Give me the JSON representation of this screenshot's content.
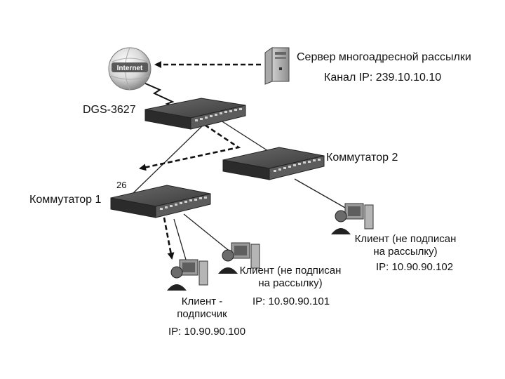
{
  "internet": {
    "label": "Internet"
  },
  "server": {
    "title": "Сервер многоадресной рассылки",
    "channel": "Канал IP: 239.10.10.10"
  },
  "core_switch": {
    "label": "DGS-3627"
  },
  "switch1": {
    "label": "Коммутатор 1",
    "port": "26"
  },
  "switch2": {
    "label": "Коммутатор 2"
  },
  "client_subscriber": {
    "line1": "Клиент -",
    "line2": "подписчик",
    "ip": "IP: 10.90.90.100"
  },
  "client_101": {
    "line1": "Клиент (не подписан",
    "line2": "на рассылку)",
    "ip": "IP: 10.90.90.101"
  },
  "client_102": {
    "line1": "Клиент (не подписан",
    "line2": "на рассылку)",
    "ip": "IP: 10.90.90.102"
  }
}
